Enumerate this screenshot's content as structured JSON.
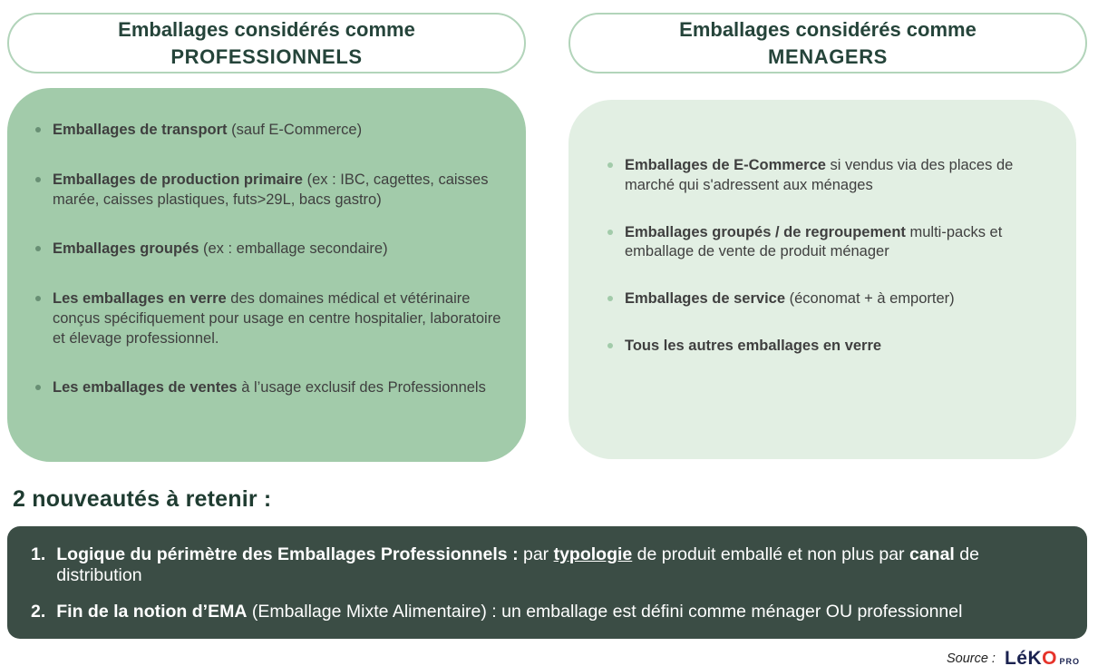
{
  "header": {
    "left": {
      "line1": "Emballages considérés comme",
      "line2": "PROFESSIONNELS"
    },
    "right": {
      "line1": "Emballages considérés comme",
      "line2": "MENAGERS"
    }
  },
  "left_panel": {
    "items": [
      {
        "bold": "Emballages de transport",
        "rest": " (sauf E-Commerce)"
      },
      {
        "bold": "Emballages de production primaire",
        "rest": " (ex : IBC, cagettes, caisses marée, caisses plastiques, futs>29L, bacs gastro)"
      },
      {
        "bold": "Emballages groupés",
        "rest": " (ex : emballage secondaire)"
      },
      {
        "bold": "Les emballages en verre",
        "rest": " des domaines médical et vétérinaire conçus spécifiquement pour usage en centre hospitalier, laboratoire et élevage professionnel."
      },
      {
        "bold": "Les emballages de ventes",
        "rest": " à l’usage exclusif des Professionnels"
      }
    ]
  },
  "right_panel": {
    "items": [
      {
        "bold": "Emballages de E-Commerce",
        "rest": " si vendus via des places de marché qui s'adressent aux ménages"
      },
      {
        "bold": "Emballages groupés / de regroupement",
        "rest": " multi-packs et emballage de vente de produit ménager"
      },
      {
        "bold": "Emballages de service",
        "rest": " (économat + à emporter)"
      },
      {
        "bold": "Tous les autres emballages en verre",
        "rest": ""
      }
    ]
  },
  "highlights": {
    "title": "2 nouveautés à retenir :",
    "items": [
      {
        "number": "1.",
        "segments": [
          "Logique du périmètre des Emballages Professionnels :",
          " par ",
          "typologie",
          " de produit emballé et non plus par ",
          "canal",
          " de distribution"
        ]
      },
      {
        "number": "2.",
        "segments": [
          "Fin de la notion d’EMA",
          " (Emballage Mixte Alimentaire) : un emballage est défini comme ménager OU professionnel"
        ]
      }
    ]
  },
  "footer": {
    "source_label": "Source :",
    "logo_main": "LéK",
    "logo_o": "O",
    "logo_sub": "PRO"
  },
  "colors": {
    "panel_left_bg": "#a2cbaa",
    "panel_right_bg": "#e2efe3",
    "pill_border": "#b2d4ba",
    "dark_panel_bg": "#3b4d45",
    "heading_text": "#25443a",
    "body_text": "#3f3f3f",
    "logo_red": "#e6332a",
    "logo_dark": "#1b2350"
  }
}
